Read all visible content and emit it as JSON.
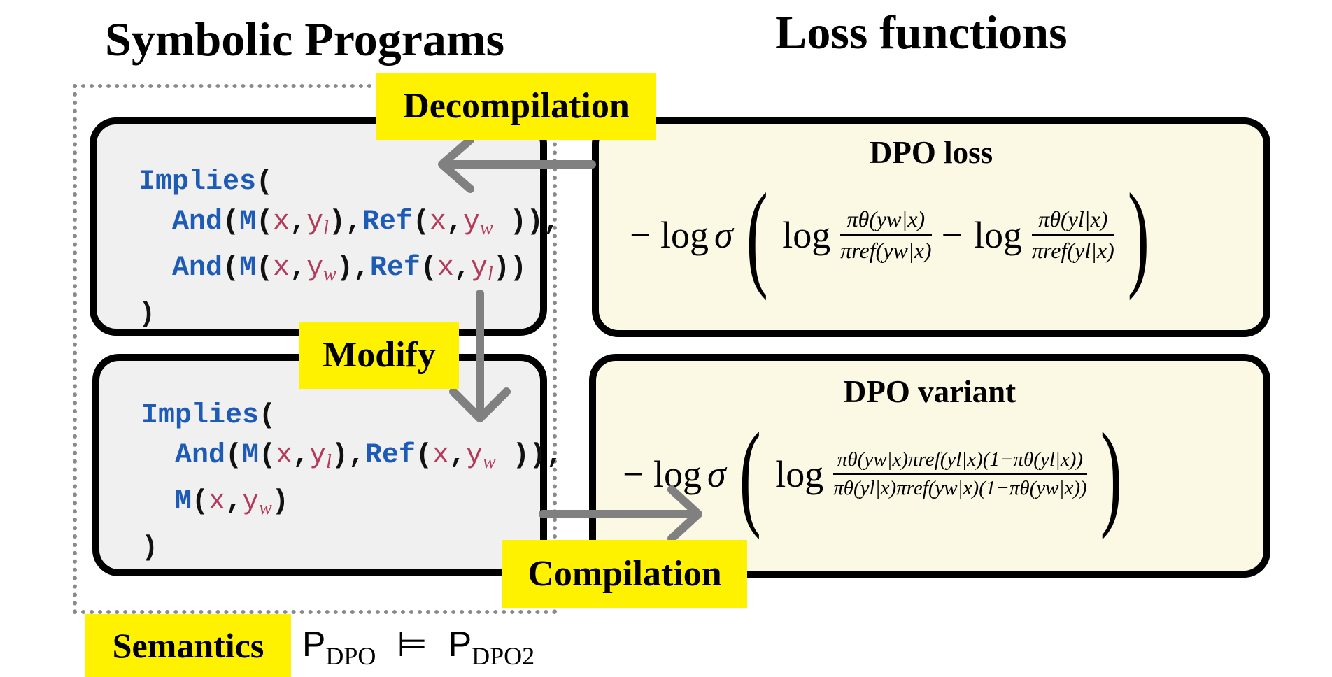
{
  "headings": {
    "left": "Symbolic Programs",
    "right": "Loss functions"
  },
  "labels": {
    "decompilation": "Decompilation",
    "modify": "Modify",
    "compilation": "Compilation",
    "semantics": "Semantics"
  },
  "program_top": {
    "fn": "Implies",
    "and": "And",
    "m": "M",
    "ref": "Ref",
    "x": "x",
    "y": "y",
    "sub_l": "l",
    "sub_w": "w"
  },
  "program_bottom": {
    "fn": "Implies",
    "and": "And",
    "m": "M",
    "ref": "Ref",
    "x": "x",
    "y": "y",
    "sub_l": "l",
    "sub_w": "w"
  },
  "loss_top": {
    "title": "DPO loss",
    "prefix": "− log",
    "sigma": "σ",
    "log": "log",
    "minus": "−",
    "frac1_num": "πθ(yw|x)",
    "frac1_den": "πref(yw|x)",
    "frac2_num": "πθ(yl|x)",
    "frac2_den": "πref(yl|x)"
  },
  "loss_bottom": {
    "title": "DPO variant",
    "prefix": "− log",
    "sigma": "σ",
    "log": "log",
    "frac_num": "πθ(yw|x)πref(yl|x)(1−πθ(yl|x))",
    "frac_den": "πθ(yl|x)πref(yw|x)(1−πθ(yw|x))"
  },
  "semantics": {
    "p1": "P",
    "p1_sub": "DPO",
    "entails": "⊨",
    "p2": "P",
    "p2_sub": "DPO2"
  },
  "colors": {
    "keyword": "#1e5bb6",
    "variable": "#b33a5a",
    "tag": "#fff200",
    "program_panel": "#f0f0f0",
    "loss_panel": "#fbf8e3",
    "arrow": "#808080"
  }
}
